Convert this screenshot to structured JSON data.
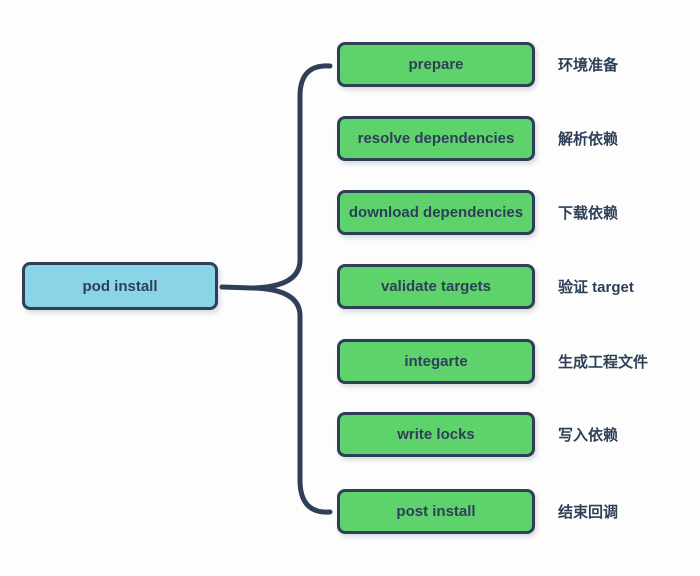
{
  "diagram": {
    "root": {
      "label": "pod install"
    },
    "steps": [
      {
        "en": "prepare",
        "zh": "环境准备"
      },
      {
        "en": "resolve dependencies",
        "zh": "解析依赖"
      },
      {
        "en": "download dependencies",
        "zh": "下载依赖"
      },
      {
        "en": "validate targets",
        "zh": "验证 target"
      },
      {
        "en": "integarte",
        "zh": "生成工程文件"
      },
      {
        "en": "write locks",
        "zh": "写入依赖"
      },
      {
        "en": "post install",
        "zh": "结束回调"
      }
    ],
    "colors": {
      "root_fill": "#8ad4e8",
      "step_fill": "#5ed36c",
      "border": "#2e3f57",
      "text": "#2e3f57",
      "background": "#fdfdfd"
    }
  }
}
